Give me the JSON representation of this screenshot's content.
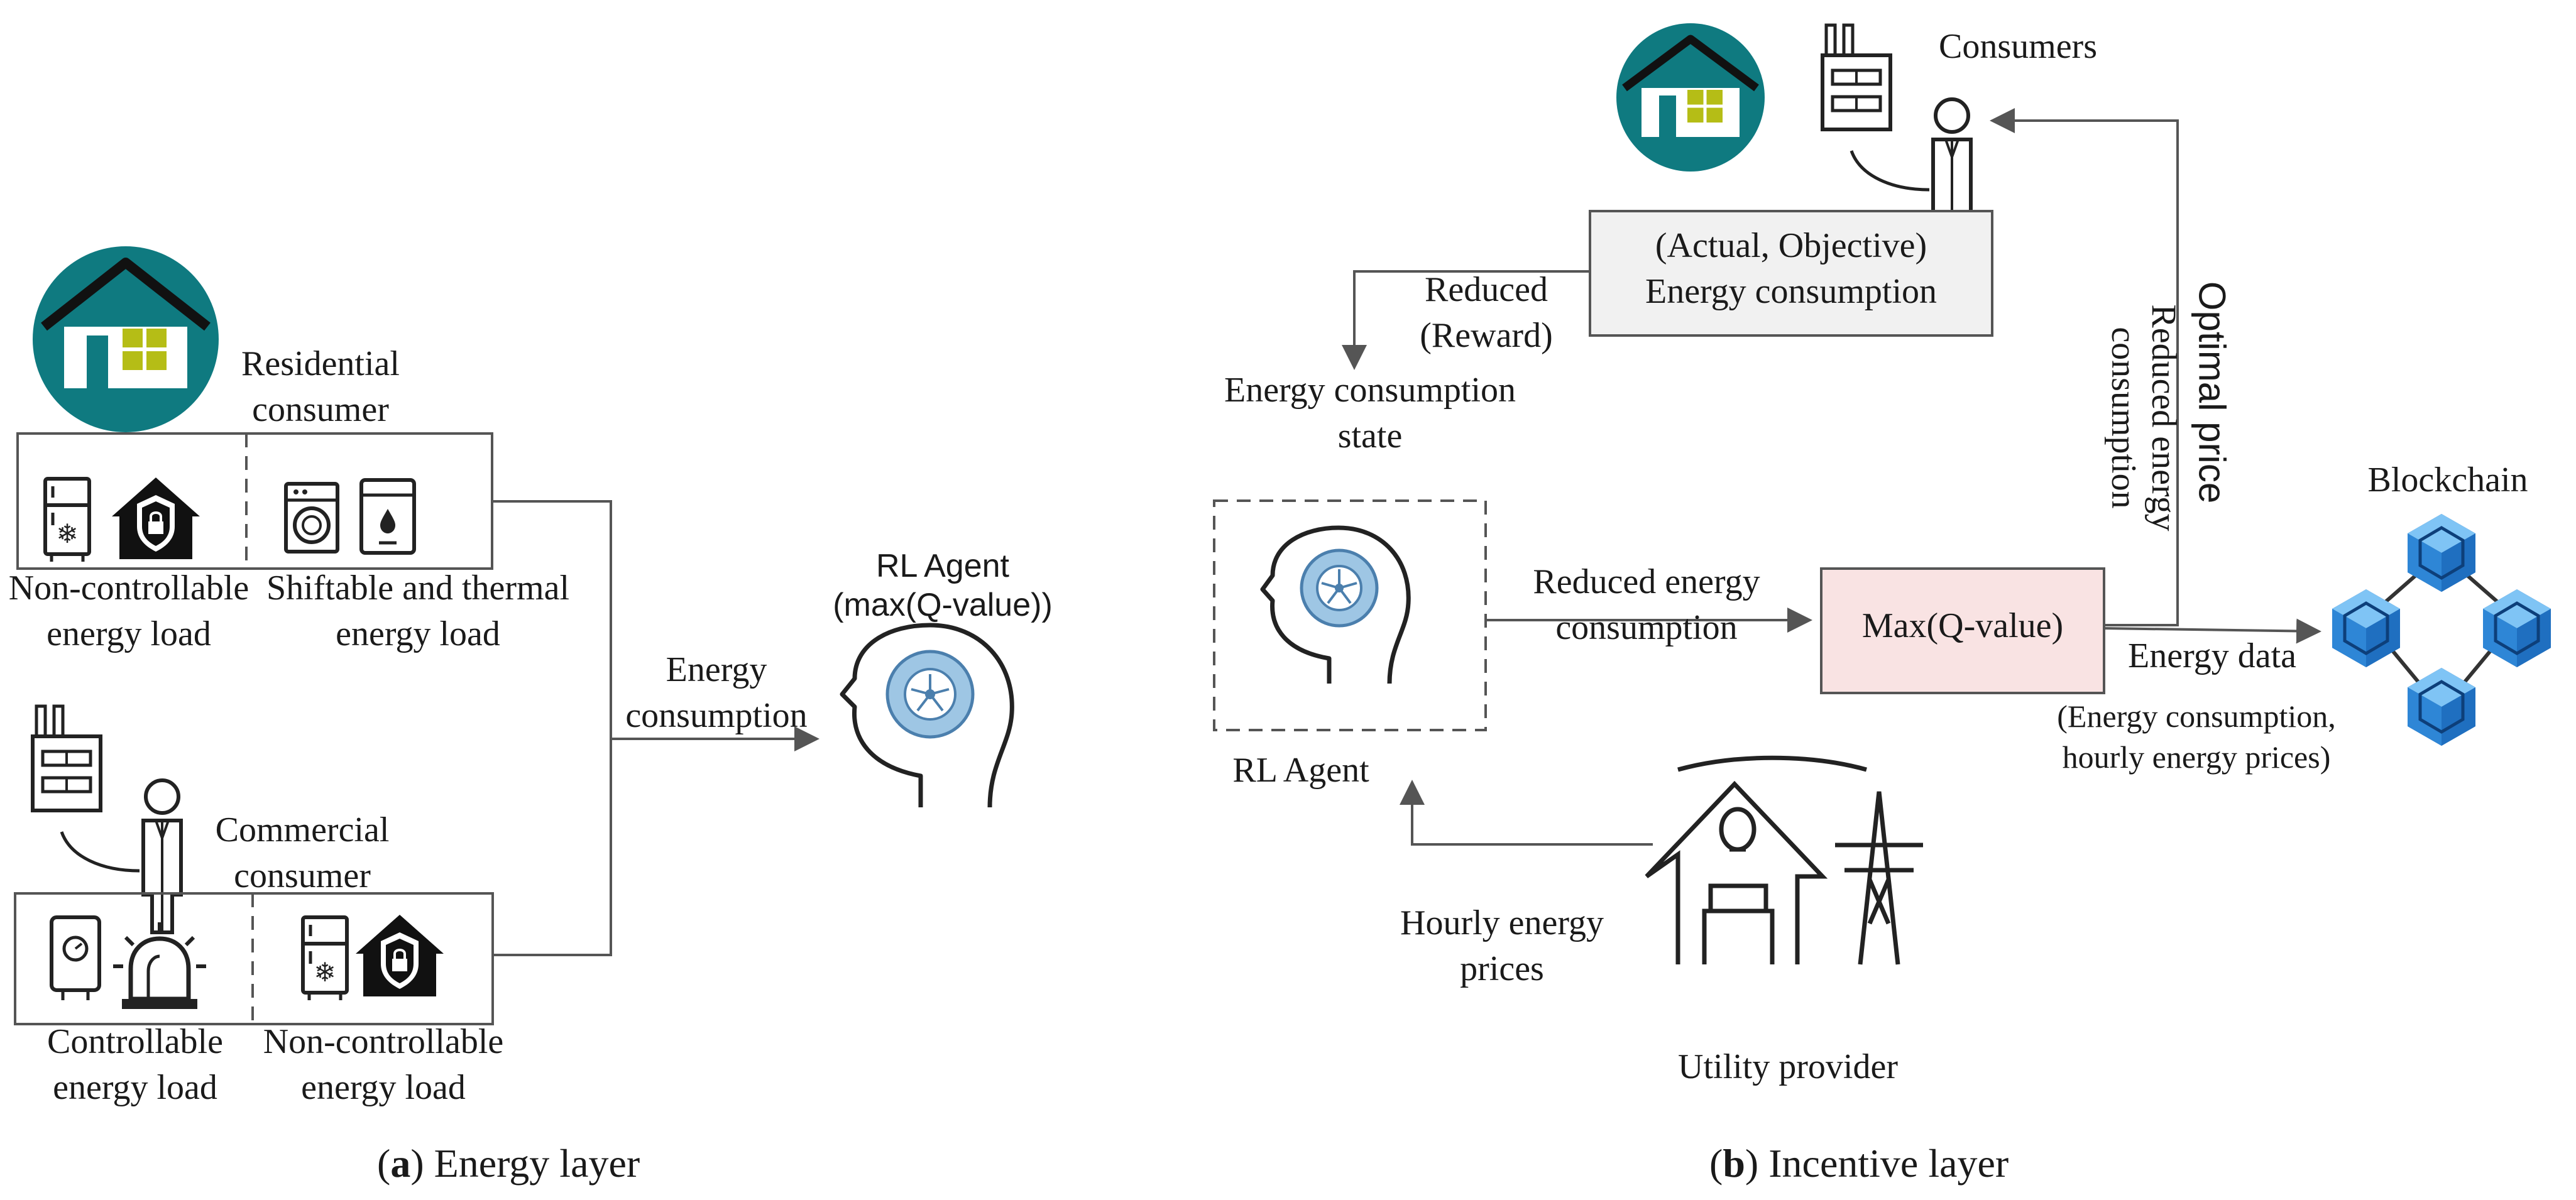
{
  "energy_layer": {
    "residential": {
      "title": "Residential consumer",
      "loads": [
        "Non-controllable energy load",
        "Shiftable and thermal energy load"
      ]
    },
    "commercial": {
      "title": "Commercial consumer",
      "loads": [
        "Controllable energy load",
        "Non-controllable energy load"
      ]
    },
    "agent": {
      "title": "RL Agent",
      "subtitle": "(max(Q-value))"
    },
    "arrow_label": "Energy consumption",
    "caption": {
      "letter": "a",
      "text": "Energy layer"
    }
  },
  "incentive_layer": {
    "consumers_label": "Consumers",
    "objective_box": "(Actual, Objective) Energy consumption",
    "reward_label": "Reduced (Reward)",
    "state_label": "Energy consumption state",
    "agent_label": "RL Agent",
    "reduced_label": "Reduced energy consumption",
    "q_box": "Max(Q-value)",
    "optimal_price": "Optimal price",
    "reduced_vertical": "Reduced energy consumption",
    "blockchain": "Blockchain",
    "energy_data": "Energy data",
    "energy_data_detail": "(Energy consumption, hourly energy prices)",
    "hourly_prices": "Hourly energy prices",
    "utility": "Utility provider",
    "caption": {
      "letter": "b",
      "text": "Incentive layer"
    }
  },
  "colors": {
    "house_circle": "#0f7a80",
    "window": "#b5bd16",
    "objective_fill": "#f1f1f1",
    "q_fill": "#f9e3e3",
    "brain_gear": "#9ec6e4",
    "block_blue": "#2e86d6",
    "line": "#555555"
  }
}
